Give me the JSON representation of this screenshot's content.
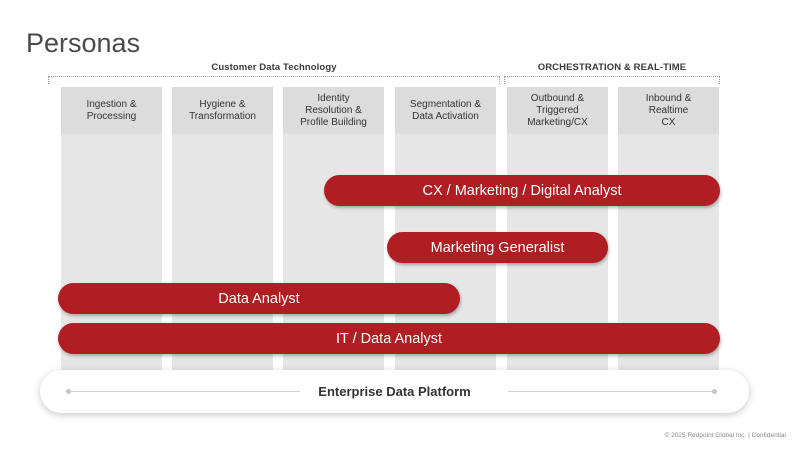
{
  "title": "Personas",
  "groups": {
    "customer_data_technology": "Customer Data Technology",
    "orchestration": "ORCHESTRATION & REAL-TIME"
  },
  "columns": [
    "Ingestion &\nProcessing",
    "Hygiene &\nTransformation",
    "Identity\nResolution &\nProfile Building",
    "Segmentation &\nData Activation",
    "Outbound &\nTriggered\nMarketing/CX",
    "Inbound &\nRealtime\nCX"
  ],
  "personas": [
    "CX / Marketing / Digital Analyst",
    "Marketing Generalist",
    "Data Analyst",
    "IT / Data Analyst"
  ],
  "platform": "Enterprise Data Platform",
  "footer": "© 2025 Redpoint Global Inc.  |  Confidential",
  "colors": {
    "bar": "#b01e23",
    "column": "#e6e6e6"
  }
}
